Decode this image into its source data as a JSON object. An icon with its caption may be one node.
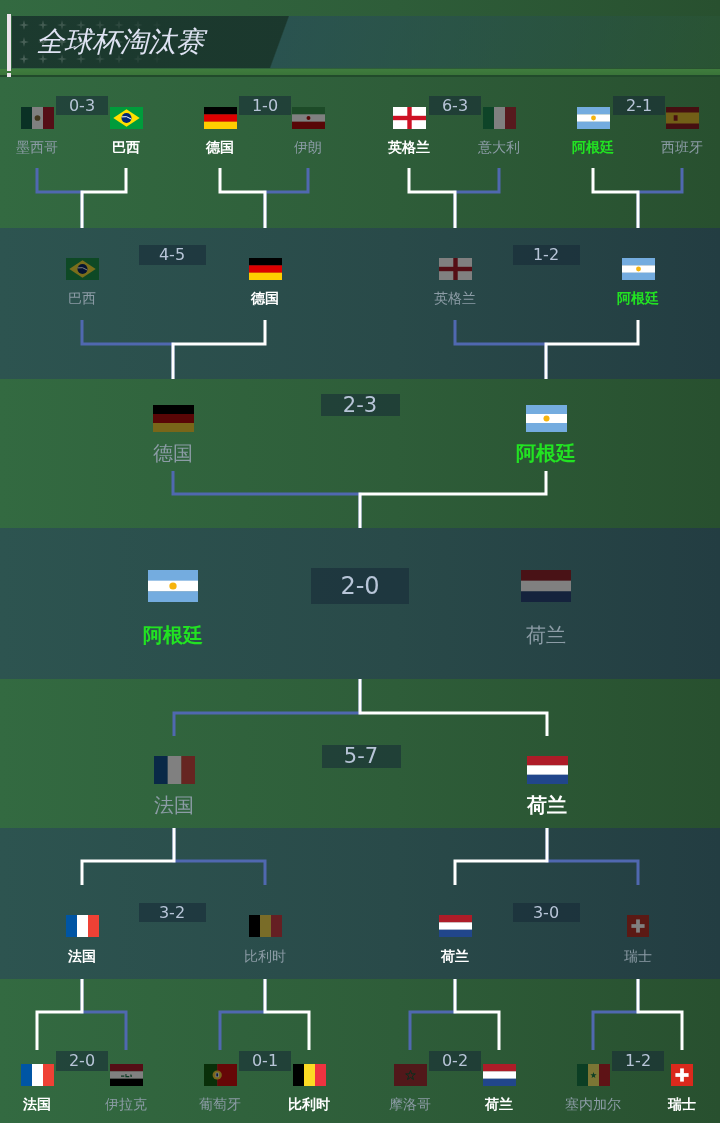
{
  "diagram": {
    "title": "全球杯淘汰赛",
    "nodes": [
      {
        "text": [
          "墨西哥"
        ]
      },
      {
        "text": [
          "0-3"
        ]
      },
      {
        "text": [
          "巴西"
        ]
      },
      {
        "text": [
          "德国"
        ]
      },
      {
        "text": [
          "1-0"
        ]
      },
      {
        "text": [
          "伊朗"
        ]
      },
      {
        "text": [
          "英格兰"
        ]
      },
      {
        "text": [
          "6-3"
        ]
      },
      {
        "text": [
          "意大利"
        ]
      },
      {
        "text": [
          "阿根廷"
        ]
      },
      {
        "text": [
          "2-1"
        ]
      },
      {
        "text": [
          "西班牙"
        ]
      },
      {
        "text": [
          "巴西"
        ]
      },
      {
        "text": [
          "4-5"
        ]
      },
      {
        "text": [
          "德国"
        ]
      },
      {
        "text": [
          "英格兰"
        ]
      },
      {
        "text": [
          "1-2"
        ]
      },
      {
        "text": [
          "阿根廷"
        ]
      },
      {
        "text": [
          "德国"
        ]
      },
      {
        "text": [
          "2-3"
        ]
      },
      {
        "text": [
          "阿根廷"
        ]
      },
      {
        "text": [],
        "shape": "band"
      },
      {
        "text": [
          "阿根廷"
        ],
        "in": 21
      },
      {
        "text": [
          "2-0"
        ],
        "in": 21
      },
      {
        "text": [
          "荷兰"
        ],
        "in": 21
      },
      {
        "text": [
          "法国"
        ]
      },
      {
        "text": [
          "5-7"
        ]
      },
      {
        "text": [
          "荷兰"
        ]
      },
      {
        "text": [
          "法国"
        ]
      },
      {
        "text": [
          "3-2"
        ]
      },
      {
        "text": [
          "比利时"
        ]
      },
      {
        "text": [
          "荷兰"
        ]
      },
      {
        "text": [
          "3-0"
        ]
      },
      {
        "text": [
          "瑞士"
        ]
      },
      {
        "text": [
          "法国"
        ]
      },
      {
        "text": [
          "2-0"
        ]
      },
      {
        "text": [
          "伊拉克"
        ]
      },
      {
        "text": [
          "葡萄牙"
        ]
      },
      {
        "text": [
          "0-1"
        ]
      },
      {
        "text": [
          "比利时"
        ]
      },
      {
        "text": [
          "摩洛哥"
        ]
      },
      {
        "text": [
          "0-2"
        ]
      },
      {
        "text": [
          "荷兰"
        ]
      },
      {
        "text": [
          "塞内加尔"
        ]
      },
      {
        "text": [
          "1-2"
        ]
      },
      {
        "text": [
          "瑞士"
        ]
      }
    ],
    "edges": [
      {
        "from": 0,
        "to": 12,
        "arrow": "none",
        "color": "#5068b0"
      },
      {
        "from": 2,
        "to": 12,
        "arrow": "none",
        "color": "#ffffff"
      },
      {
        "from": 3,
        "to": 14,
        "arrow": "none",
        "color": "#ffffff"
      },
      {
        "from": 5,
        "to": 14,
        "arrow": "none",
        "color": "#5068b0"
      },
      {
        "from": 6,
        "to": 15,
        "arrow": "none",
        "color": "#ffffff"
      },
      {
        "from": 8,
        "to": 15,
        "arrow": "none",
        "color": "#5068b0"
      },
      {
        "from": 9,
        "to": 17,
        "arrow": "none",
        "color": "#ffffff"
      },
      {
        "from": 11,
        "to": 17,
        "arrow": "none",
        "color": "#5068b0"
      },
      {
        "from": 12,
        "to": 18,
        "arrow": "none",
        "color": "#5068b0"
      },
      {
        "from": 14,
        "to": 18,
        "arrow": "none",
        "color": "#ffffff"
      },
      {
        "from": 15,
        "to": 20,
        "arrow": "none",
        "color": "#5068b0"
      },
      {
        "from": 17,
        "to": 20,
        "arrow": "none",
        "color": "#ffffff"
      },
      {
        "from": 18,
        "to": 21,
        "arrow": "none",
        "color": "#5068b0"
      },
      {
        "from": 20,
        "to": 21,
        "arrow": "none",
        "color": "#ffffff"
      },
      {
        "from": 25,
        "to": 21,
        "arrow": "none",
        "color": "#5068b0"
      },
      {
        "from": 27,
        "to": 21,
        "arrow": "none",
        "color": "#ffffff"
      },
      {
        "from": 28,
        "to": 25,
        "arrow": "none",
        "color": "#ffffff"
      },
      {
        "from": 30,
        "to": 25,
        "arrow": "none",
        "color": "#5068b0"
      },
      {
        "from": 31,
        "to": 27,
        "arrow": "none",
        "color": "#ffffff"
      },
      {
        "from": 33,
        "to": 27,
        "arrow": "none",
        "color": "#5068b0"
      },
      {
        "from": 34,
        "to": 28,
        "arrow": "none",
        "color": "#ffffff"
      },
      {
        "from": 36,
        "to": 28,
        "arrow": "none",
        "color": "#5068b0"
      },
      {
        "from": 37,
        "to": 30,
        "arrow": "none",
        "color": "#5068b0"
      },
      {
        "from": 39,
        "to": 30,
        "arrow": "none",
        "color": "#ffffff"
      },
      {
        "from": 40,
        "to": 31,
        "arrow": "none",
        "color": "#5068b0"
      },
      {
        "from": 42,
        "to": 31,
        "arrow": "none",
        "color": "#ffffff"
      },
      {
        "from": 43,
        "to": 33,
        "arrow": "none",
        "color": "#5068b0"
      },
      {
        "from": 45,
        "to": 33,
        "arrow": "none",
        "color": "#ffffff"
      }
    ]
  }
}
